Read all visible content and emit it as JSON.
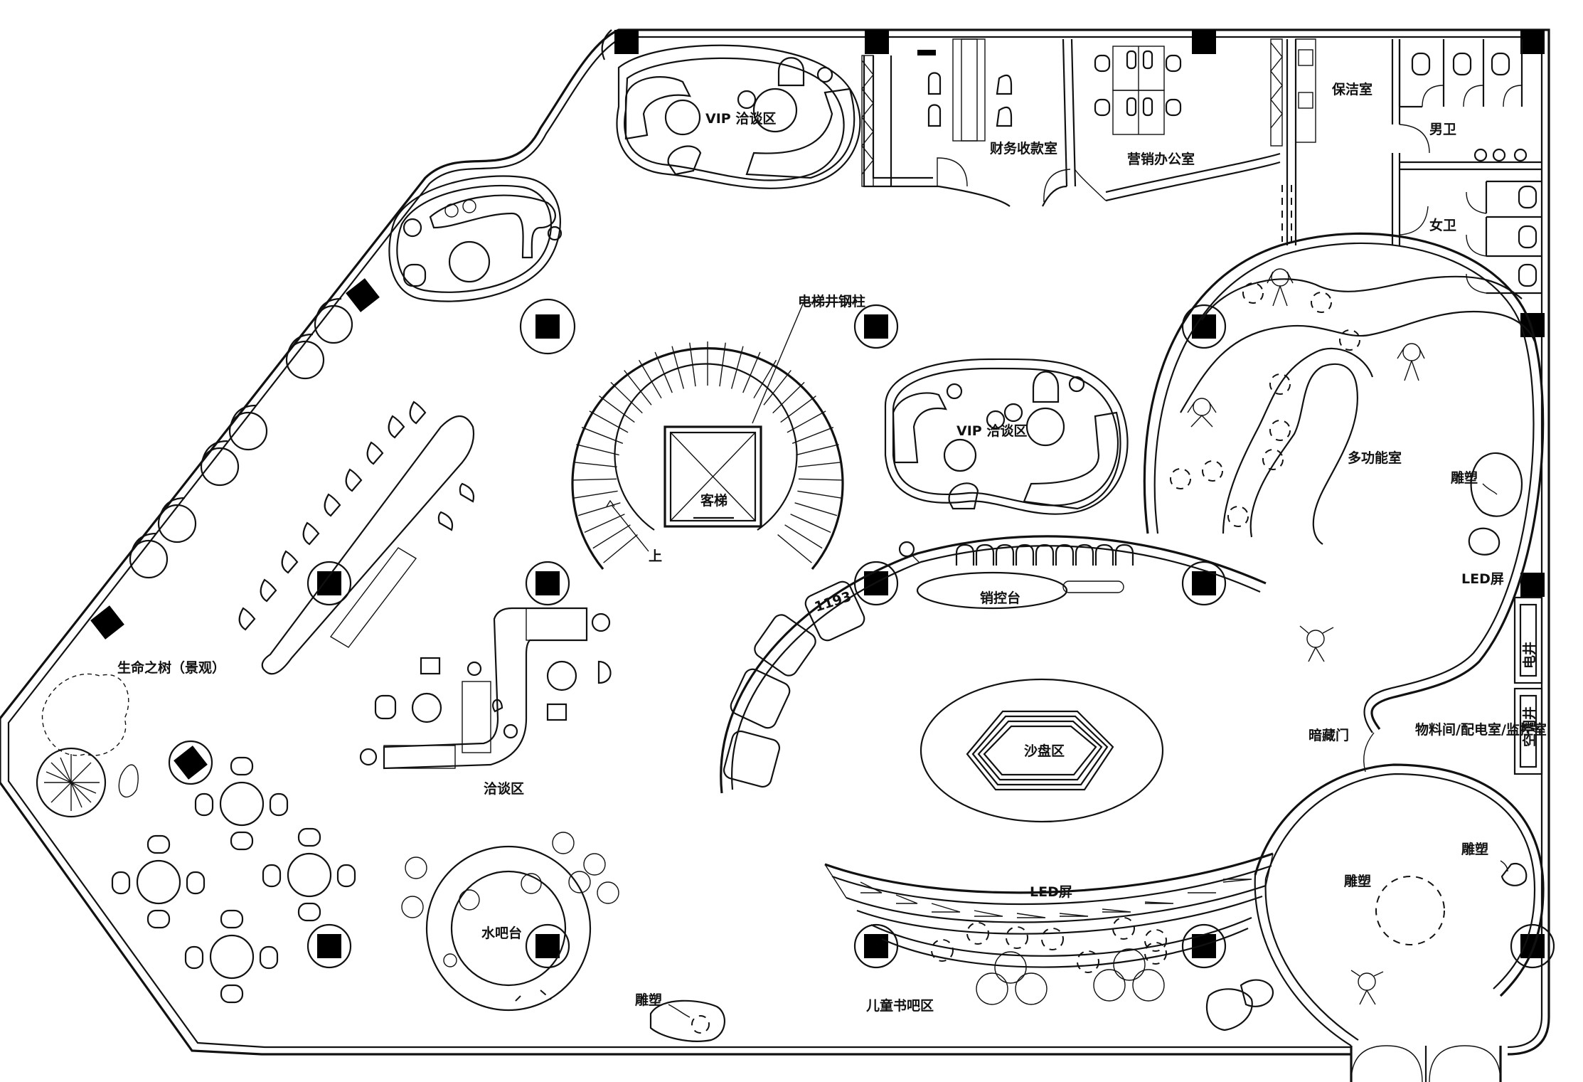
{
  "labels": {
    "vip_top": "VIP 洽谈区",
    "finance": "财务收款室",
    "sales_office": "营销办公室",
    "cleaning": "保洁室",
    "male_wc": "男卫",
    "female_wc": "女卫",
    "elevator_steel": "电梯井钢柱",
    "elevator": "客梯",
    "stair_up": "上",
    "vip_mid": "VIP 洽谈区",
    "multi_hall": "多功能室",
    "sculpture_right": "雕塑",
    "led_right": "LED屏",
    "elec_shaft": "电井",
    "hvac_shaft": "空调井",
    "storage_room": "物料间/配电室/监控室",
    "hidden_door": "暗藏门",
    "tree_of_life": "生命之树（景观）",
    "negotiation": "洽谈区",
    "sales_desk": "销控台",
    "sand_table": "沙盘区",
    "water_bar": "水吧台",
    "led_bottom": "LED屏",
    "children_area": "儿童书吧区",
    "sculpture_bottom": "雕塑",
    "sculpture_br1": "雕塑",
    "sculpture_br2": "雕塑",
    "dim": "1193"
  }
}
